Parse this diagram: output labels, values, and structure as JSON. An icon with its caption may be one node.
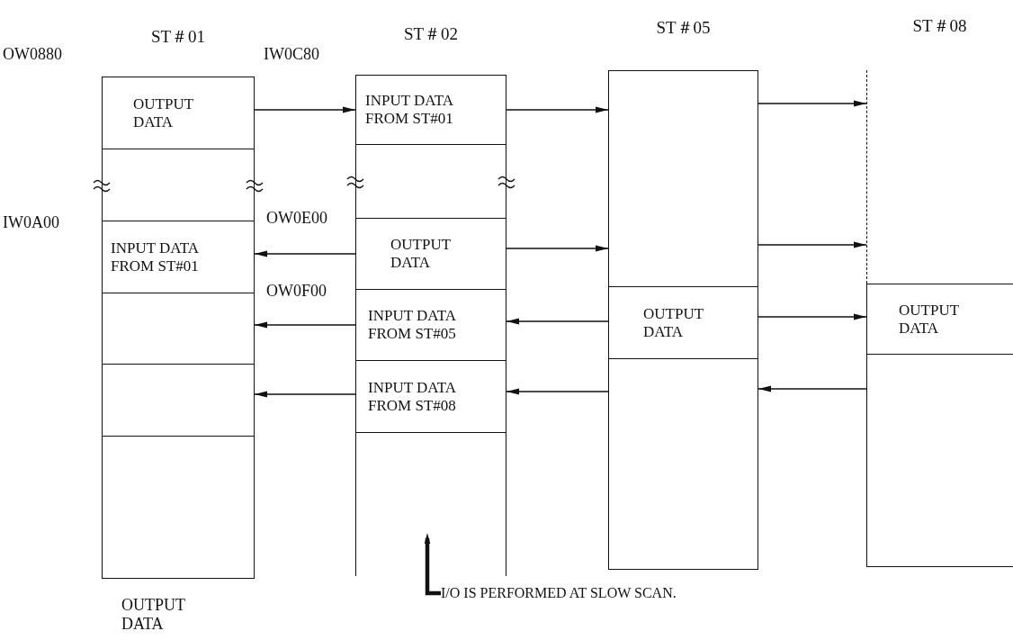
{
  "diagram": {
    "nodes": [
      {
        "text": [
          "ST＃01"
        ]
      },
      {
        "text": [
          "OUTPUT DATA"
        ],
        "in": 0
      },
      {
        "text": [],
        "shape": "box",
        "in": 0
      },
      {
        "text": [
          "INPUT DATA FROM ST#01"
        ],
        "in": 0
      },
      {
        "text": [],
        "shape": "box",
        "in": 0
      },
      {
        "text": [],
        "shape": "box",
        "in": 0
      },
      {
        "text": [],
        "shape": "box",
        "in": 0
      },
      {
        "text": [
          "ST＃02"
        ]
      },
      {
        "text": [
          "INPUT DATA FROM ST#01"
        ],
        "in": 7
      },
      {
        "text": [],
        "shape": "box",
        "in": 7
      },
      {
        "text": [
          "OUTPUT DATA"
        ],
        "in": 7
      },
      {
        "text": [
          "INPUT DATA FROM ST#05"
        ],
        "in": 7
      },
      {
        "text": [
          "INPUT DATA FROM ST#08"
        ],
        "in": 7
      },
      {
        "text": [],
        "shape": "box",
        "in": 7
      },
      {
        "text": [
          "ST＃05"
        ]
      },
      {
        "text": [],
        "shape": "box",
        "in": 14
      },
      {
        "text": [
          "OUTPUT DATA"
        ],
        "in": 14
      },
      {
        "text": [],
        "shape": "box",
        "in": 14
      },
      {
        "text": [
          "ST＃08"
        ]
      },
      {
        "text": [],
        "shape": "box",
        "in": 18
      },
      {
        "text": [
          "OUTPUT DATA"
        ],
        "in": 18
      },
      {
        "text": [],
        "shape": "box",
        "in": 18
      },
      {
        "text": [
          "I/O IS PERFORMED AT SLOW SCAN."
        ]
      }
    ],
    "edges": [
      {
        "from": 1,
        "to": 8,
        "arrow": "to"
      },
      {
        "from": 10,
        "to": 3,
        "arrow": "to"
      },
      {
        "from": 11,
        "to": 4,
        "arrow": "to"
      },
      {
        "from": 12,
        "to": 5,
        "arrow": "to"
      },
      {
        "from": 8,
        "to": 15,
        "arrow": "to"
      },
      {
        "from": 10,
        "to": 15,
        "arrow": "to"
      },
      {
        "from": 16,
        "to": 11,
        "arrow": "to"
      },
      {
        "from": 17,
        "to": 12,
        "arrow": "to"
      },
      {
        "from": 15,
        "to": 19,
        "arrow": "to"
      },
      {
        "from": 15,
        "to": 19,
        "arrow": "to"
      },
      {
        "from": 16,
        "to": 20,
        "arrow": "to"
      },
      {
        "from": 21,
        "to": 17,
        "arrow": "to"
      },
      {
        "from": 22,
        "to": 13,
        "arrow": "to",
        "style": "thick"
      }
    ],
    "labels": [
      "OW0880",
      "IW0C80",
      "IW0A00",
      "OW0E00",
      "OW0F00",
      "OUTPUT DATA"
    ]
  }
}
